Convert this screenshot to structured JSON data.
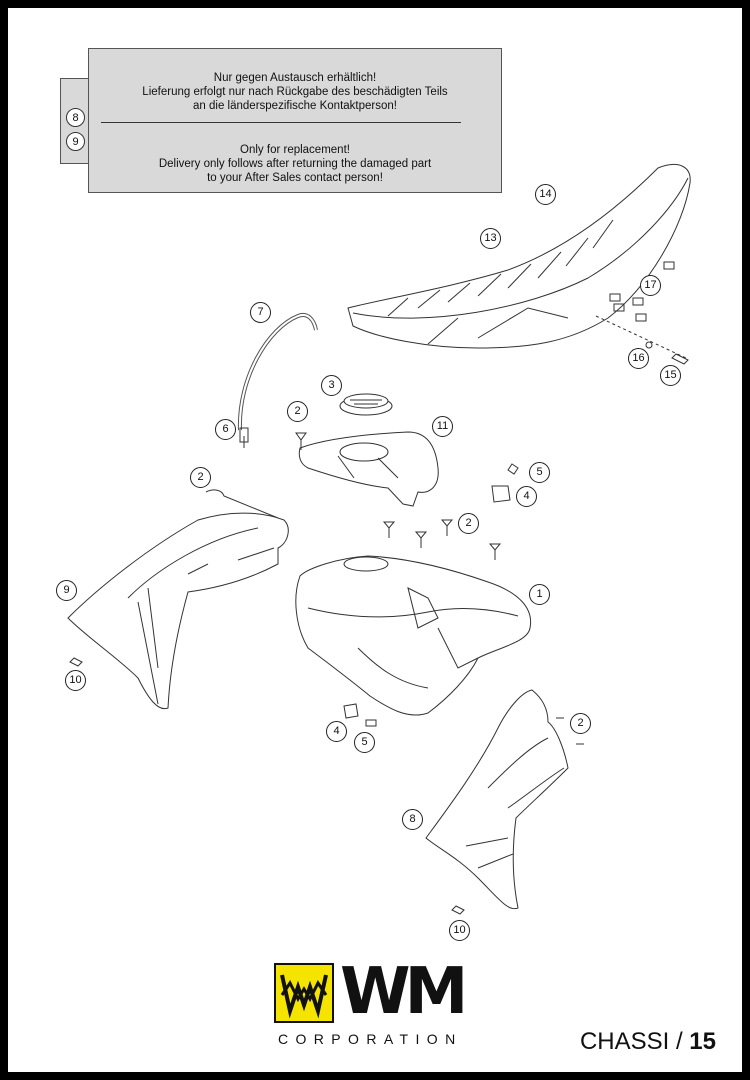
{
  "notice": {
    "de_lines": [
      "Nur gegen Austausch erhältlich!",
      "Lieferung erfolgt nur nach Rückgabe des beschädigten Teils",
      "an die länderspezifische Kontaktperson!"
    ],
    "en_lines": [
      "Only for replacement!",
      "Delivery only follows after returning the damaged part",
      "to your After Sales contact person!"
    ],
    "tab_items": [
      "8",
      "9"
    ]
  },
  "callouts": {
    "c14": "14",
    "c13": "13",
    "c17": "17",
    "c16": "16",
    "c15": "15",
    "c7": "7",
    "c3": "3",
    "c2a": "2",
    "c6": "6",
    "c11": "11",
    "c2b": "2",
    "c5a": "5",
    "c4a": "4",
    "c2c": "2",
    "c9": "9",
    "c1": "1",
    "c10a": "10",
    "c4b": "4",
    "c5b": "5",
    "c2d": "2",
    "c8": "8",
    "c10b": "10"
  },
  "logo": {
    "wm": "WM",
    "corporation": "CORPORATION",
    "accent_color": "#f5e400"
  },
  "footer": {
    "section": "CHASSI / ",
    "page": "15"
  }
}
